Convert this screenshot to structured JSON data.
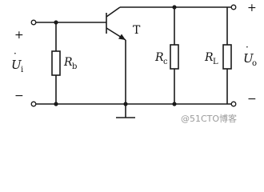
{
  "labels": {
    "plus_left": "+",
    "minus_left": "−",
    "plus_right": "+",
    "minus_right": "−",
    "transistor": "T",
    "ui_main": "U",
    "ui_sub": "i",
    "rb_main": "R",
    "rb_sub": "b",
    "rc_main": "R",
    "rc_sub": "c",
    "rl_main": "R",
    "rl_sub": "L",
    "uo_main": "U",
    "uo_sub": "o",
    "watermark": "@51CTO博客"
  },
  "colors": {
    "line": "#1a1a1a",
    "watermark": "#9a9a9a"
  }
}
